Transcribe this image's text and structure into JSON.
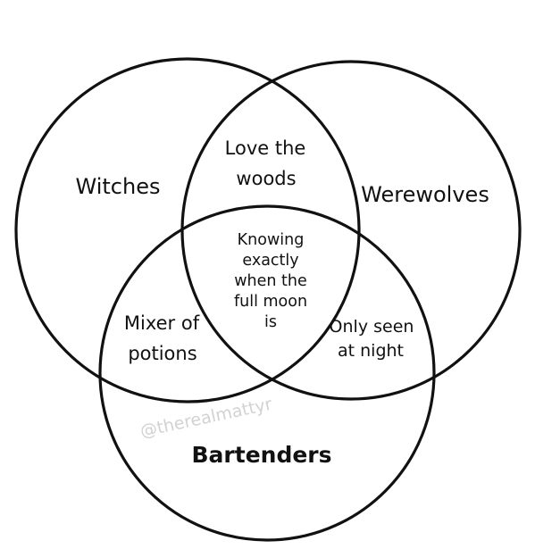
{
  "sets": {
    "witches": "Witches",
    "werewolves": "Werewolves",
    "bartenders": "Bartenders"
  },
  "intersections": {
    "witches_werewolves": [
      "Love the",
      "woods"
    ],
    "witches_bartenders": [
      "Mixer of",
      "potions"
    ],
    "werewolves_bartenders": [
      "Only seen",
      "at night"
    ],
    "all_three": [
      "Knowing",
      "exactly",
      "when the",
      "full moon",
      "is"
    ]
  },
  "watermark": "@therealmattyr",
  "colors": {
    "stroke": "#111111",
    "background": "#ffffff",
    "watermark": "#d2d2d2"
  }
}
